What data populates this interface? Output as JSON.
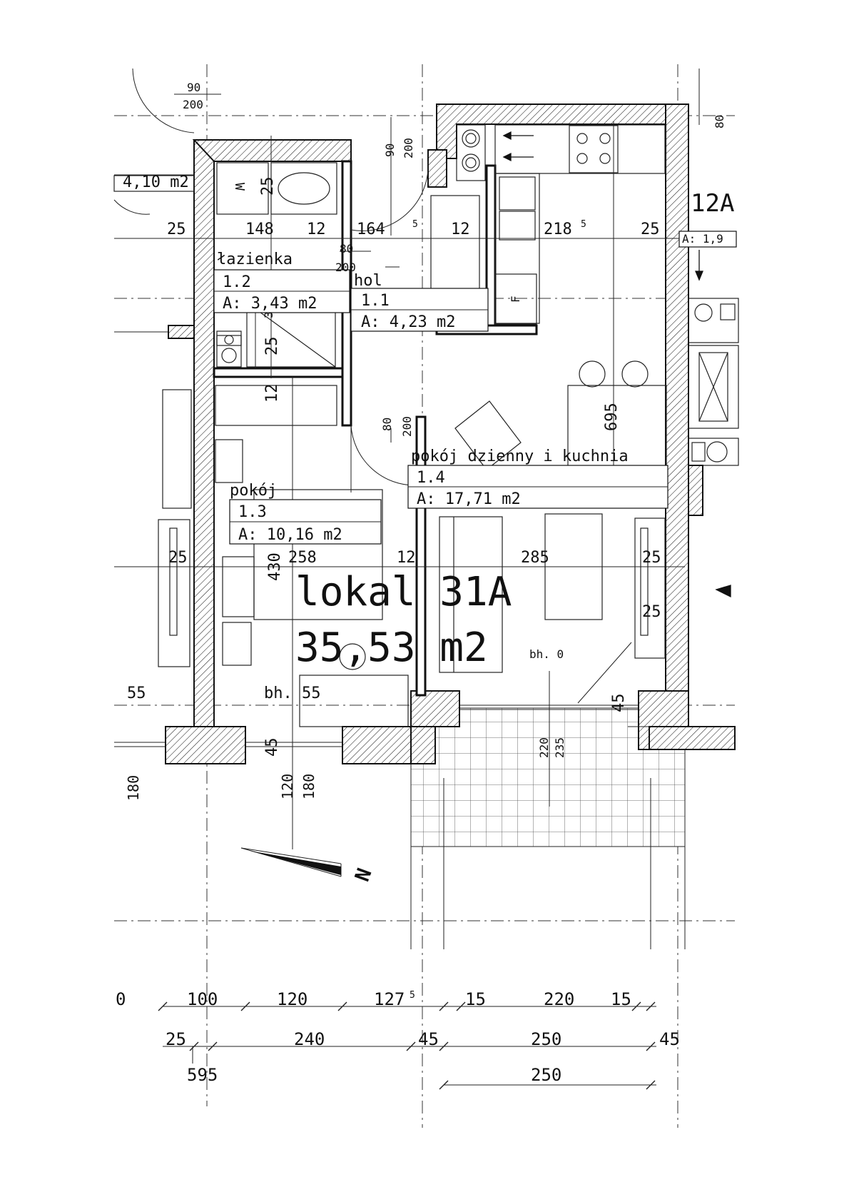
{
  "unit": {
    "name": "lokal 31A",
    "area": "35,53 m2"
  },
  "rooms": [
    {
      "name": "hol",
      "number": "1.1",
      "area": "A: 4,23 m2"
    },
    {
      "name": "łazienka",
      "number": "1.2",
      "area": "A: 3,43 m2"
    },
    {
      "name": "pokój",
      "number": "1.3",
      "area": "A: 10,16 m2"
    },
    {
      "name": "pokój dzienny i kuchnia",
      "number": "1.4",
      "area": "A: 17,71 m2"
    }
  ],
  "neighbours": {
    "left_area": "4,10 m2",
    "right_number": "12A",
    "right_area": "A: 1,9"
  },
  "doors": {
    "top_left": {
      "width": "90",
      "height": "200"
    },
    "top_mid": {
      "width": "90",
      "height": "200"
    },
    "bathroom": {
      "width": "80",
      "height": "200"
    },
    "bedroom": {
      "width": "80",
      "height": "200"
    },
    "right_top": "80"
  },
  "dimensions": {
    "row_top": [
      "25",
      "148",
      "12",
      "164",
      "5",
      "12",
      "218",
      "5",
      "25"
    ],
    "row_mid": [
      "25",
      "258",
      "12",
      "285",
      "25",
      "25"
    ],
    "vertical": {
      "bath_25": "25",
      "shower_25": "25",
      "shower_3": "3",
      "bed_12": "12",
      "bed_430": "430",
      "kitchen_695": "695",
      "sill_45_left": "45",
      "sill_45_right": "45",
      "left_180": "180",
      "v120": "120",
      "v180": "180",
      "v220": "220",
      "v235": "235"
    },
    "sill_left": "55",
    "sill_bed": "bh. 55",
    "sill_balcony": "bh. 0",
    "bottom_row1": [
      "0",
      "100",
      "120",
      "127",
      "5",
      "15",
      "220",
      "15"
    ],
    "bottom_row2": [
      "25",
      "240",
      "45",
      "250",
      "45"
    ],
    "bottom_row3": [
      "595",
      "250"
    ]
  },
  "symbols": {
    "washer": "W",
    "fridge": "F",
    "north": "N"
  }
}
